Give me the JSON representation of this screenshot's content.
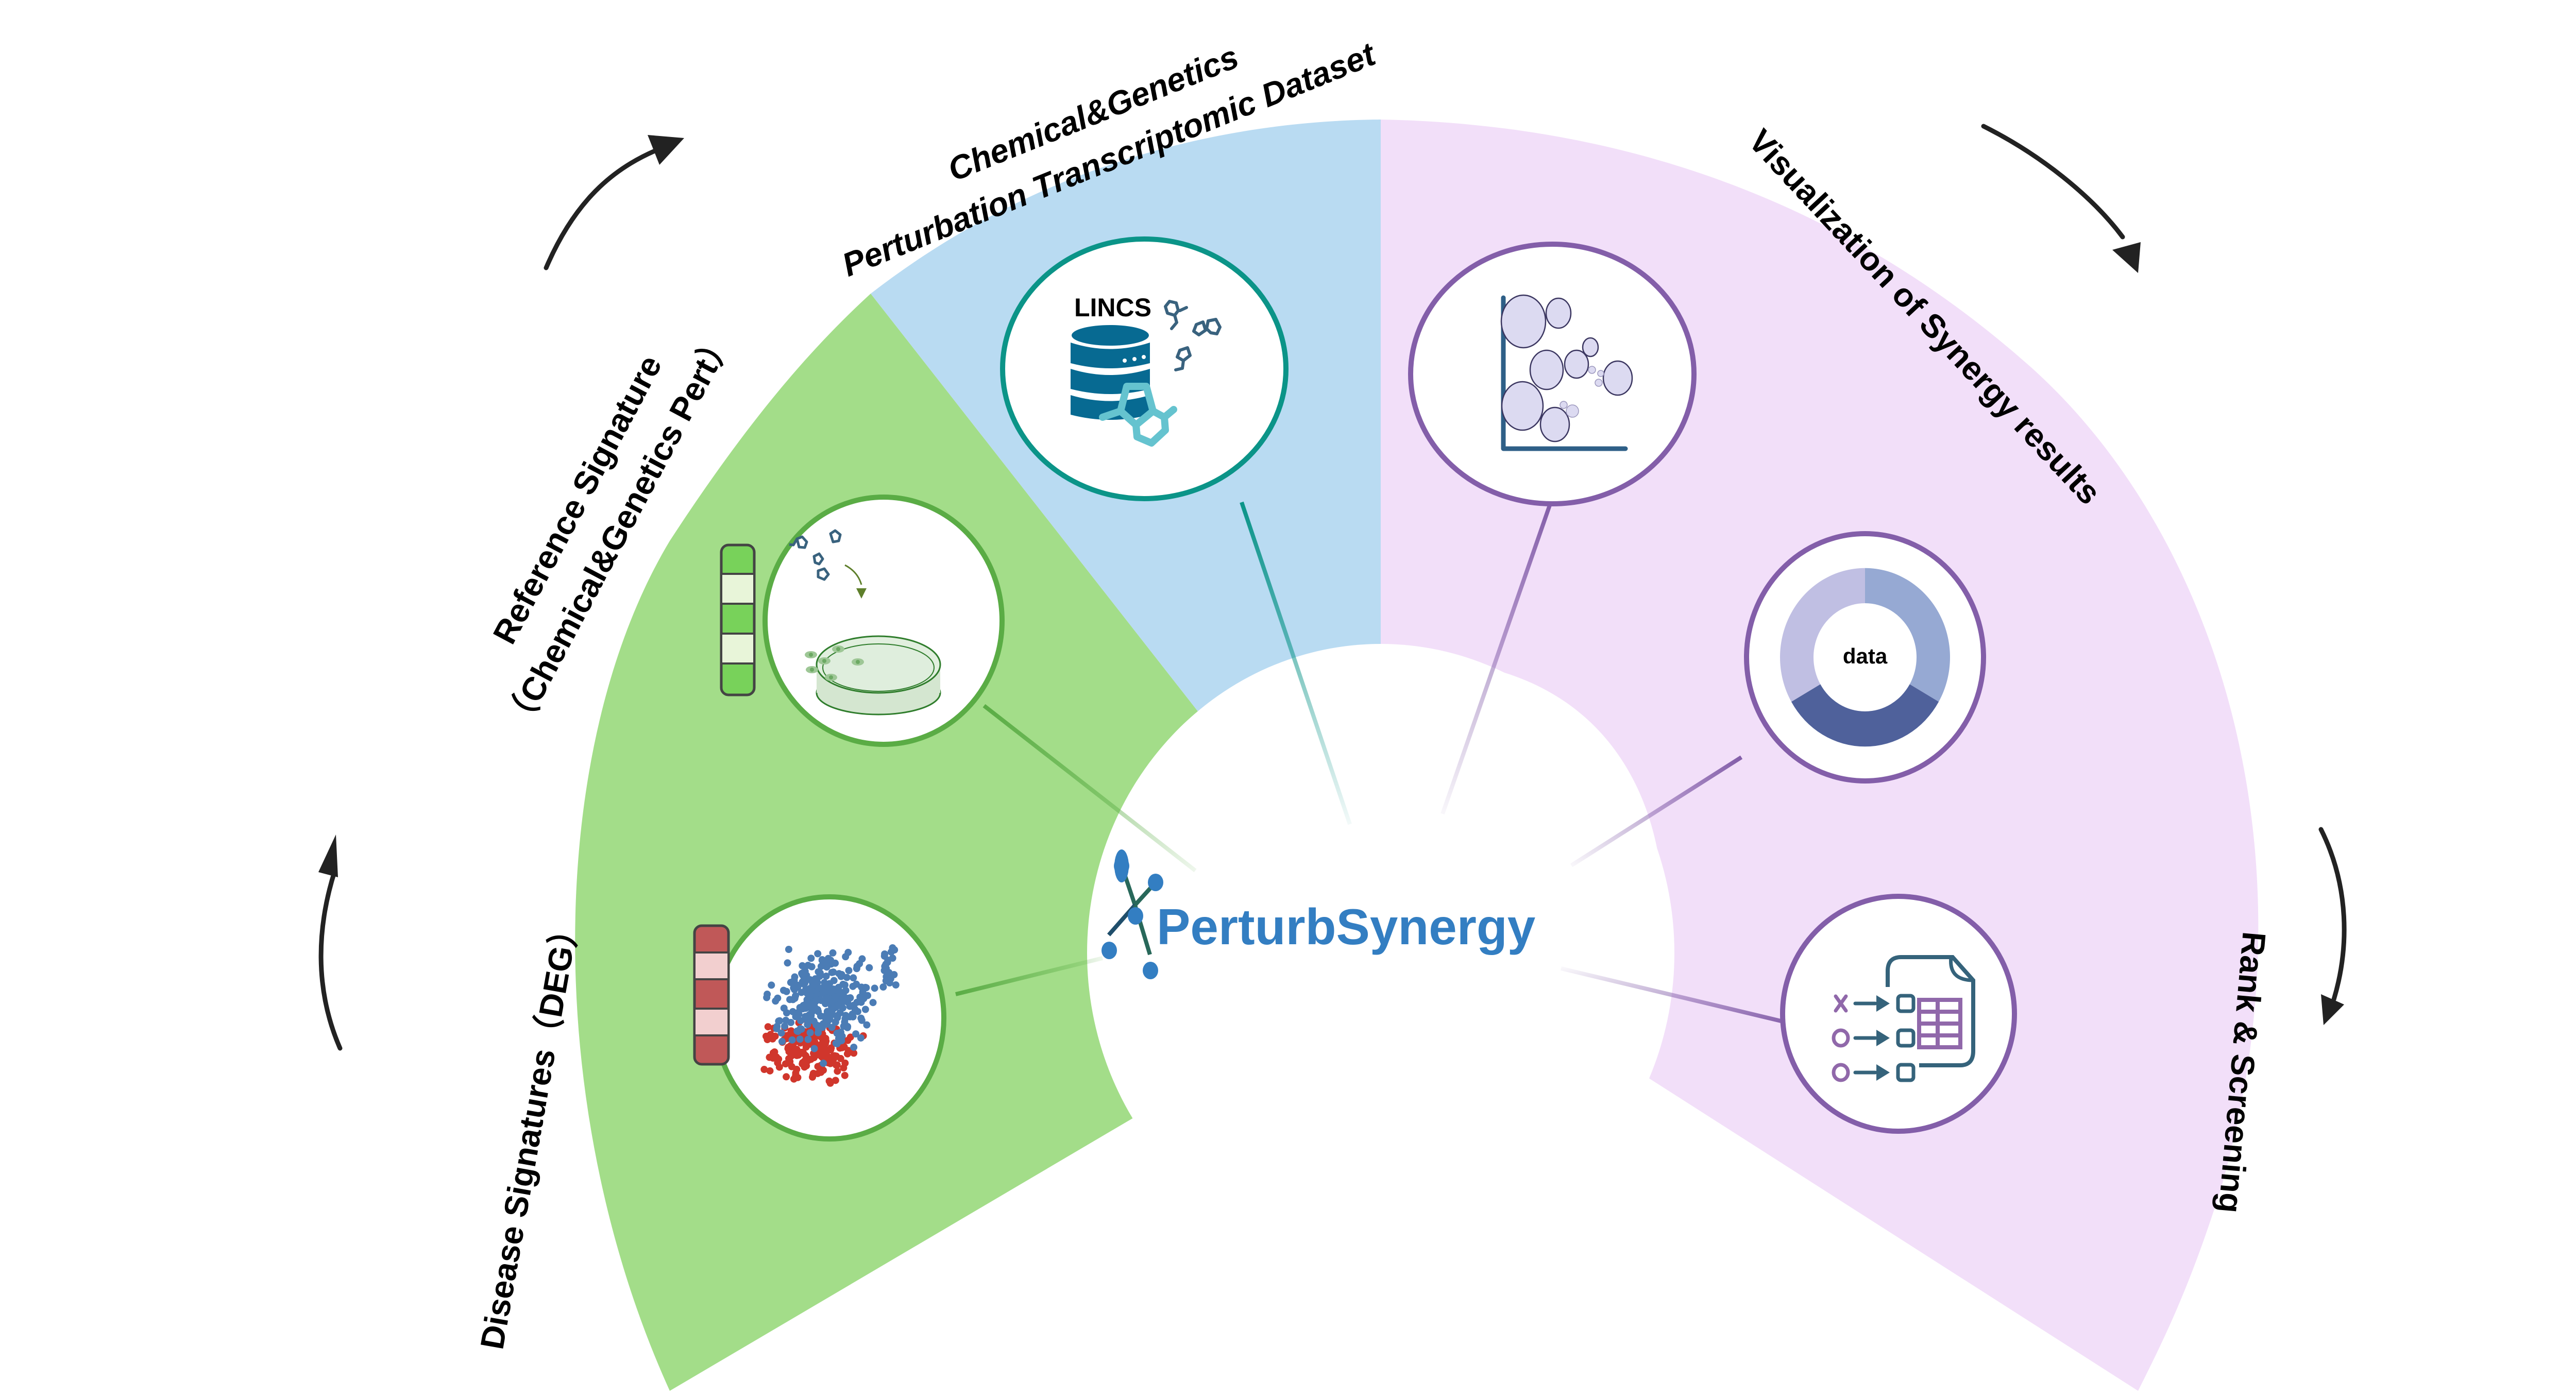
{
  "title": "PerturbSynergy",
  "colors": {
    "green_sector": "#a3dd89",
    "blue_sector": "#b9dbf2",
    "purple_sector": "#f2dff9",
    "green_ring": "#5aac45",
    "teal_ring": "#0b9488",
    "purple_ring": "#835ea9",
    "brand_blue": "#337ec2",
    "node_line": "#28685a",
    "arrow": "#222222",
    "db_blue": "#076a92",
    "mol_dark": "#39627e",
    "mol_light": "#65c3cf",
    "bar_green_dark": "#78d25a",
    "bar_green_light": "#e8f5d9",
    "bar_red_dark": "#c05858",
    "bar_red_light": "#f2cfcf",
    "scatter_blue": "#4b7cb5",
    "scatter_red": "#d0362c",
    "bubble_fill": "#dcdaf1",
    "bubble_stroke": "#3b3660",
    "axis_blue": "#2e5f87",
    "donut_light": "#c0bfe3",
    "donut_mid": "#96a9d3",
    "donut_dark": "#4f619b",
    "rank_teal": "#35637b",
    "rank_purple": "#9068aa"
  },
  "labels": {
    "dataset_line1": "Chemical&Genetics",
    "dataset_line2": "Perturbation Transcriptomic Dataset",
    "reference_line1": "Reference Signature",
    "reference_line2": "（Chemical&Genetics Pert）",
    "disease": "Disease Signatures（DEG）",
    "visualization": "Visualization of Synergy results",
    "rank": "Rank & Screening",
    "lincs": "LINCS",
    "donut_center": "data",
    "brand": "PerturbSynergy"
  },
  "sectors": [
    {
      "name": "disease-and-reference",
      "color_key": "green_sector"
    },
    {
      "name": "dataset",
      "color_key": "blue_sector"
    },
    {
      "name": "results",
      "color_key": "purple_sector"
    }
  ],
  "nodes": [
    {
      "id": "lincs-database",
      "label_key": "lincs"
    },
    {
      "id": "reference-signature",
      "label_key": "reference_line1"
    },
    {
      "id": "disease-signature",
      "label_key": "disease"
    },
    {
      "id": "bubble-plot",
      "label_key": "visualization"
    },
    {
      "id": "donut-chart",
      "label_key": "donut_center"
    },
    {
      "id": "rank-screening",
      "label_key": "rank"
    }
  ],
  "donut": {
    "segments": [
      {
        "name": "light",
        "fraction": 0.333
      },
      {
        "name": "mid",
        "fraction": 0.333
      },
      {
        "name": "dark",
        "fraction": 0.334
      }
    ]
  },
  "rank_rows": [
    {
      "mark": "x"
    },
    {
      "mark": "o"
    },
    {
      "mark": "o"
    }
  ]
}
